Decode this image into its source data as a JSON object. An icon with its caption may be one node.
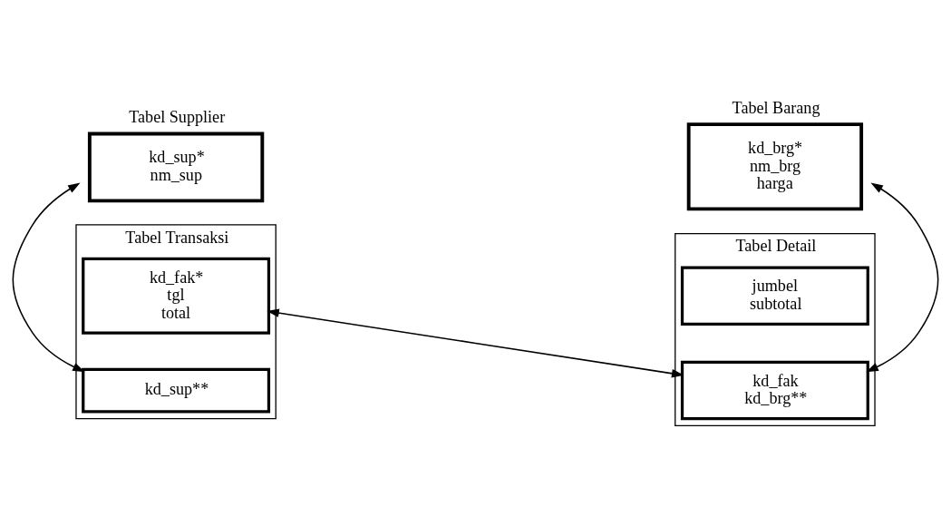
{
  "diagram": {
    "nodes": [
      {
        "text": [
          "Tabel Supplier",
          "kd_sup*",
          "nm_sup"
        ]
      },
      {
        "text": [
          "Tabel Barang",
          "kd_brg*",
          "nm_brg",
          "harga"
        ]
      },
      {
        "text": [
          "Tabel Transaksi"
        ]
      },
      {
        "text": [
          "kd_fak*",
          "tgl",
          "total"
        ],
        "in": 2
      },
      {
        "text": [
          "kd_sup**"
        ],
        "in": 2
      },
      {
        "text": [
          "Tabel Detail"
        ]
      },
      {
        "text": [
          "jumbel",
          "subtotal"
        ],
        "in": 5
      },
      {
        "text": [
          "kd_fak",
          "kd_brg**"
        ],
        "in": 5
      }
    ],
    "edges": [
      {
        "from": 4,
        "to": 0,
        "arrow": "both"
      },
      {
        "from": 3,
        "to": 7,
        "arrow": "both"
      },
      {
        "from": 1,
        "to": 7,
        "arrow": "both"
      }
    ]
  }
}
